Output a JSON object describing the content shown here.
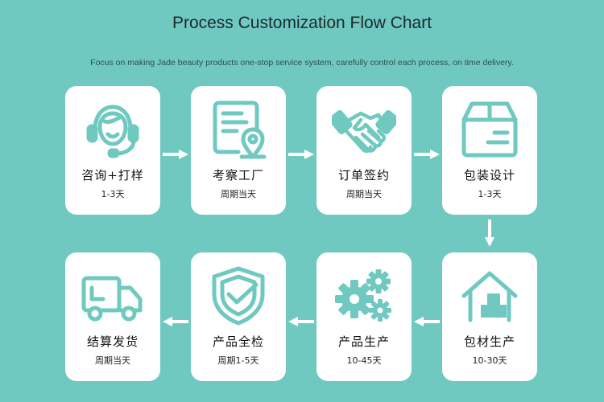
{
  "title": "Process Customization Flow Chart",
  "subtitle": "Focus on making Jade beauty products one-stop service system, carefully control each process, on time delivery.",
  "accent_color": "#6fc9c0",
  "steps": [
    {
      "label": "咨询+打样",
      "duration": "1-3天",
      "icon": "headset-icon"
    },
    {
      "label": "考察工厂",
      "duration": "周期当天",
      "icon": "document-location-icon"
    },
    {
      "label": "订单签约",
      "duration": "周期当天",
      "icon": "handshake-icon"
    },
    {
      "label": "包装设计",
      "duration": "1-3天",
      "icon": "package-box-icon"
    },
    {
      "label": "包材生产",
      "duration": "10-30天",
      "icon": "warehouse-icon"
    },
    {
      "label": "产品生产",
      "duration": "10-45天",
      "icon": "gears-icon"
    },
    {
      "label": "产品全检",
      "duration": "周期1-5天",
      "icon": "shield-check-icon"
    },
    {
      "label": "结算发货",
      "duration": "周期当天",
      "icon": "delivery-truck-icon"
    }
  ]
}
